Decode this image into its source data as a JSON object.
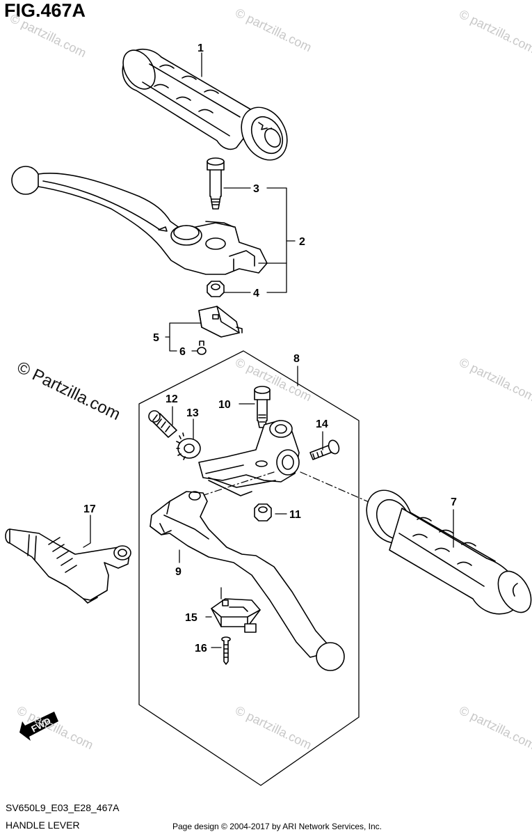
{
  "figure": {
    "title": "FIG.467A",
    "code": "SV650L9_E03_E28_467A",
    "name": "HANDLE LEVER",
    "credit": "Page design © 2004-2017 by ARI Network Services, Inc."
  },
  "watermark": {
    "text": "© Partzilla.com",
    "text_lower": "© partzilla.com"
  },
  "direction": {
    "label": "FWD"
  },
  "callouts": [
    "1",
    "2",
    "3",
    "4",
    "5",
    "6",
    "7",
    "8",
    "9",
    "10",
    "11",
    "12",
    "13",
    "14",
    "15",
    "16",
    "17"
  ],
  "parts": [
    {
      "ref": "1",
      "name": "grip-left"
    },
    {
      "ref": "2",
      "name": "front-brake-lever-set"
    },
    {
      "ref": "3",
      "name": "lever-pivot-bolt"
    },
    {
      "ref": "4",
      "name": "lever-pivot-nut"
    },
    {
      "ref": "5",
      "name": "front-brake-light-switch"
    },
    {
      "ref": "6",
      "name": "switch-screw"
    },
    {
      "ref": "7",
      "name": "grip-right"
    },
    {
      "ref": "8",
      "name": "clutch-lever-holder-set"
    },
    {
      "ref": "9",
      "name": "clutch-lever"
    },
    {
      "ref": "10",
      "name": "clutch-lever-bolt"
    },
    {
      "ref": "11",
      "name": "clutch-lever-nut"
    },
    {
      "ref": "12",
      "name": "cable-adjuster"
    },
    {
      "ref": "13",
      "name": "adjuster-lock-ring"
    },
    {
      "ref": "14",
      "name": "holder-bolt"
    },
    {
      "ref": "15",
      "name": "clutch-switch"
    },
    {
      "ref": "16",
      "name": "switch-screw-2"
    },
    {
      "ref": "17",
      "name": "clutch-cable-boot"
    }
  ]
}
